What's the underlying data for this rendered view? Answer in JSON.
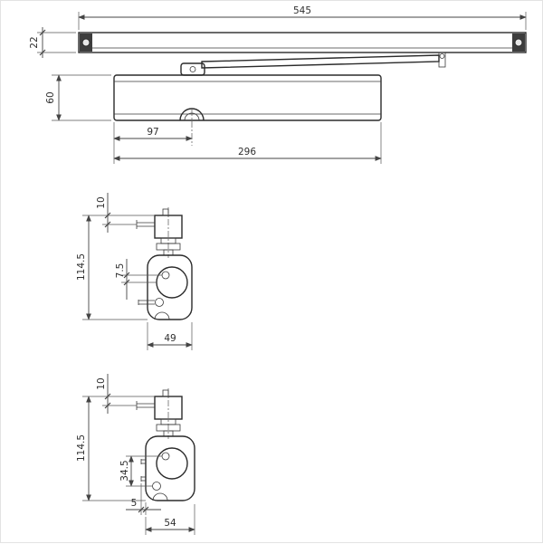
{
  "meta": {
    "title": "Door closer with slide rail - dimensional drawing",
    "line_color": "#2b2b2b",
    "background": "#ffffff"
  },
  "dims": {
    "top": {
      "rail_length": "545",
      "rail_height": "22",
      "body_height": "60",
      "pinion_offset": "97",
      "body_length": "296"
    },
    "middle": {
      "top_offset": "10",
      "total_height": "114.5",
      "axis_offset": "7.5",
      "body_width": "49"
    },
    "bottom": {
      "top_offset": "10",
      "total_height": "114.5",
      "axis_offset": "34.5",
      "pin_protrusion": "5",
      "body_width": "54"
    }
  }
}
